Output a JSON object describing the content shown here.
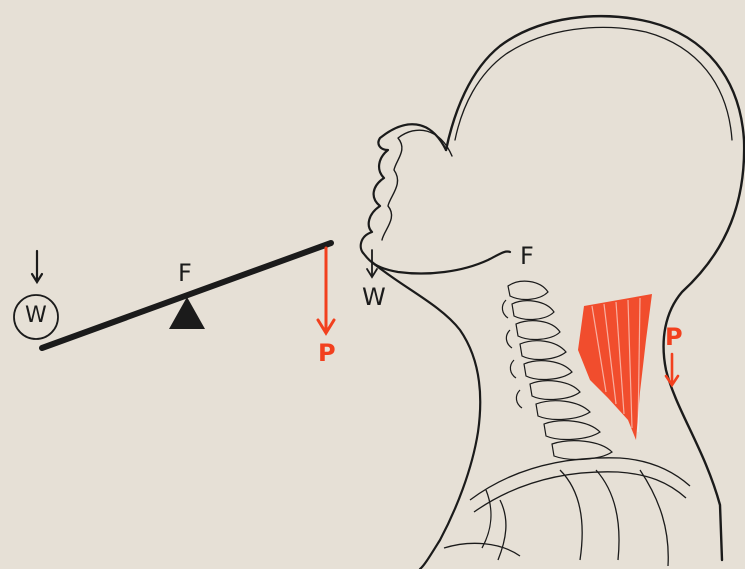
{
  "colors": {
    "paper": "#e6e0d6",
    "ink": "#1b1b1b",
    "muscle_red": "#f2401e"
  },
  "lever": {
    "weight_label": "W",
    "fulcrum_label": "F",
    "effort_label": "P"
  },
  "head": {
    "weight_label": "W",
    "fulcrum_label": "F",
    "effort_label": "P"
  }
}
